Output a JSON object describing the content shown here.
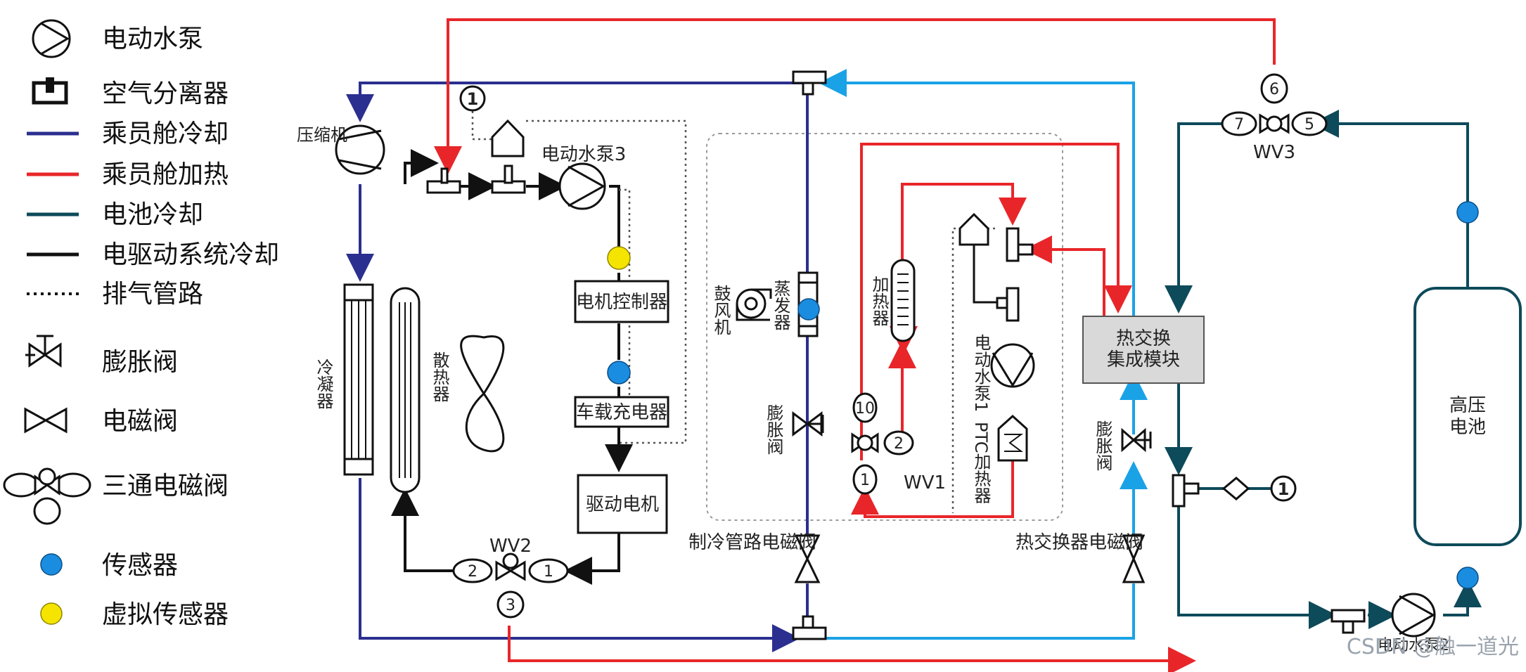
{
  "colors": {
    "cabin_cooling": "#2b2f8f",
    "cabin_heating": "#e8262a",
    "battery_cooling": "#0d4a5a",
    "drive_cooling": "#111111",
    "coolant_blue": "#1aa2e6",
    "sensor": "#1a8de0",
    "virtual_sensor": "#f5e400",
    "hex_box": "#d9d9d9"
  },
  "legend": [
    {
      "key": "pump",
      "label": "电动水泵",
      "icon": "pump-icon"
    },
    {
      "key": "separator",
      "label": "空气分离器",
      "icon": "air-separator-icon"
    },
    {
      "key": "cabin_cooling",
      "label": "乘员舱冷却",
      "icon": "line-icon"
    },
    {
      "key": "cabin_heating",
      "label": "乘员舱加热",
      "icon": "line-icon"
    },
    {
      "key": "battery_cooling",
      "label": "电池冷却",
      "icon": "line-icon"
    },
    {
      "key": "drive_cooling",
      "label": "电驱动系统冷却",
      "icon": "line-icon"
    },
    {
      "key": "exhaust",
      "label": "排气管路",
      "icon": "dotted-line-icon"
    },
    {
      "key": "expansion_valve",
      "label": "膨胀阀",
      "icon": "expansion-valve-icon"
    },
    {
      "key": "solenoid_valve",
      "label": "电磁阀",
      "icon": "solenoid-valve-icon"
    },
    {
      "key": "three_way_valve",
      "label": "三通电磁阀",
      "icon": "three-way-valve-icon"
    },
    {
      "key": "sensor",
      "label": "传感器",
      "icon": "sensor-dot-icon"
    },
    {
      "key": "virtual_sensor",
      "label": "虚拟传感器",
      "icon": "virtual-sensor-dot-icon"
    }
  ],
  "components": {
    "compressor": "压缩机",
    "condenser": "冷凝器",
    "radiator": "散热器",
    "pump3": "电动水泵3",
    "motor_controller": "电机控制器",
    "onboard_charger": "车载充电器",
    "drive_motor": "驱动电机",
    "blower": "鼓风机",
    "evaporator": "蒸发器",
    "expansion_valve_left": "膨胀阀",
    "chiller_solenoid": "制冷管路电磁阀",
    "heater": "加热器",
    "pump1": "电动水泵1",
    "ptc_heater": "PTC加热器",
    "hex_module_line1": "热交换",
    "hex_module_line2": "集成模块",
    "expansion_valve_right": "膨胀阀",
    "hex_solenoid": "热交换器电磁阀",
    "hv_battery_line1": "高压",
    "hv_battery_line2": "电池",
    "pump2": "电动水泵2"
  },
  "valves": {
    "wv1": "WV1",
    "wv2": "WV2",
    "wv3": "WV3",
    "wv1_ports": [
      "10",
      "2",
      "1"
    ],
    "wv2_ports": [
      "2",
      "1",
      "3"
    ],
    "wv3_ports": [
      "6",
      "7",
      "5"
    ]
  },
  "markers": {
    "exhaust_top": "1",
    "exhaust_right": "1"
  },
  "watermark": "CSDN @触一道光"
}
